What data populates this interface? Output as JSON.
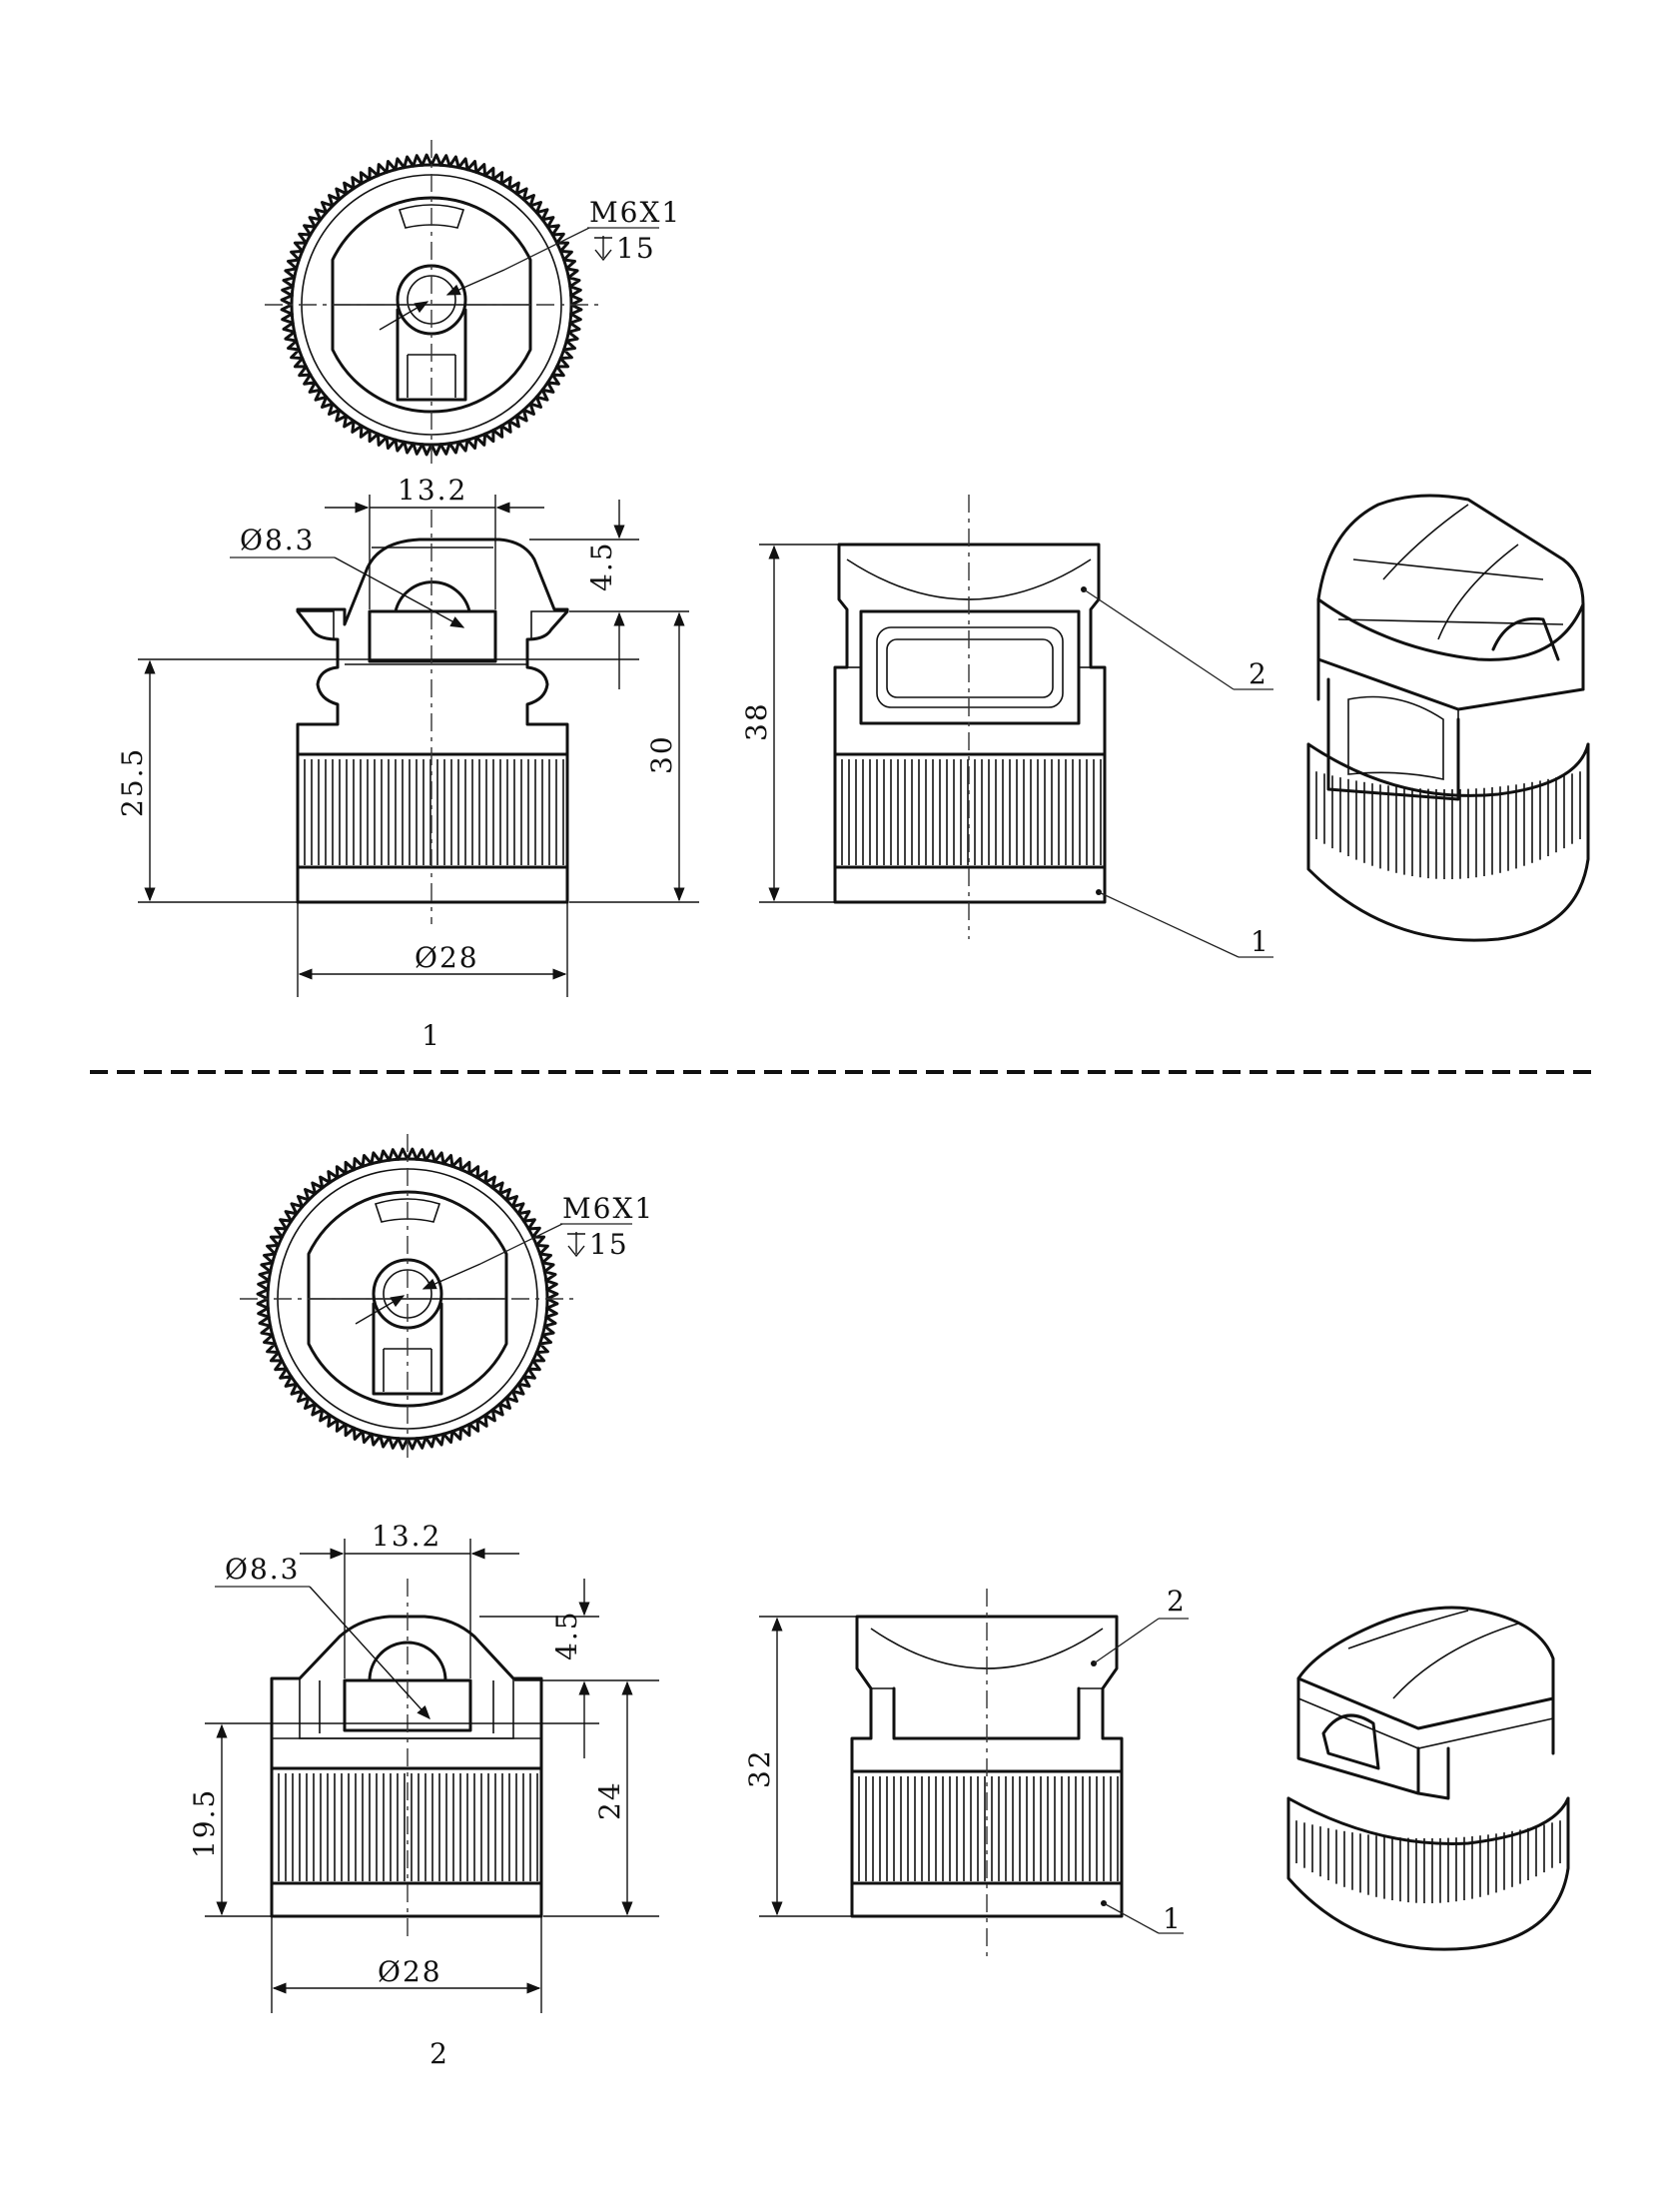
{
  "drawing": {
    "separator": "dashed-line",
    "variants": [
      {
        "caption": "1",
        "top_view": {
          "thread_label": "M6X1",
          "depth_label": "15",
          "depth_symbol": "depth-icon"
        },
        "front_view": {
          "width_top": "13.2",
          "hole_diameter": "Ø8.3",
          "step_height": "4.5",
          "height_total": "30",
          "height_lower": "25.5",
          "base_diameter": "Ø28"
        },
        "side_view": {
          "height": "38",
          "part_lid": "2",
          "part_base": "1"
        }
      },
      {
        "caption": "2",
        "top_view": {
          "thread_label": "M6X1",
          "depth_label": "15",
          "depth_symbol": "depth-icon"
        },
        "front_view": {
          "width_top": "13.2",
          "hole_diameter": "Ø8.3",
          "step_height": "4.5",
          "height_total": "24",
          "height_lower": "19.5",
          "base_diameter": "Ø28"
        },
        "side_view": {
          "height": "32",
          "part_lid": "2",
          "part_base": "1"
        }
      }
    ]
  }
}
